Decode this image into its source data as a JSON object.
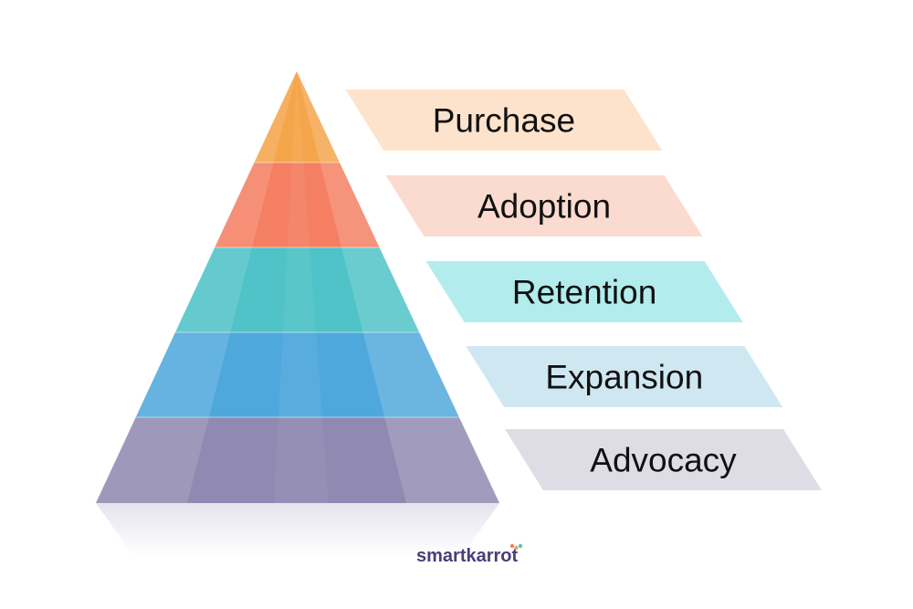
{
  "diagram": {
    "tiers": [
      {
        "label": "Purchase",
        "color": "#f5a54a",
        "band_color": "#fde3cc"
      },
      {
        "label": "Adoption",
        "color": "#f47f62",
        "band_color": "#fbdbd0"
      },
      {
        "label": "Retention",
        "color": "#4fc3c7",
        "band_color": "#b2ecec"
      },
      {
        "label": "Expansion",
        "color": "#4ea8dc",
        "band_color": "#cfe7f1"
      },
      {
        "label": "Advocacy",
        "color": "#9089b1",
        "band_color": "#dedde6"
      }
    ]
  },
  "logo": {
    "text": "smartkarrot",
    "color": "#4a3d7a",
    "accent_colors": [
      "#f47f62",
      "#f5a54a",
      "#4fc3c7"
    ]
  }
}
